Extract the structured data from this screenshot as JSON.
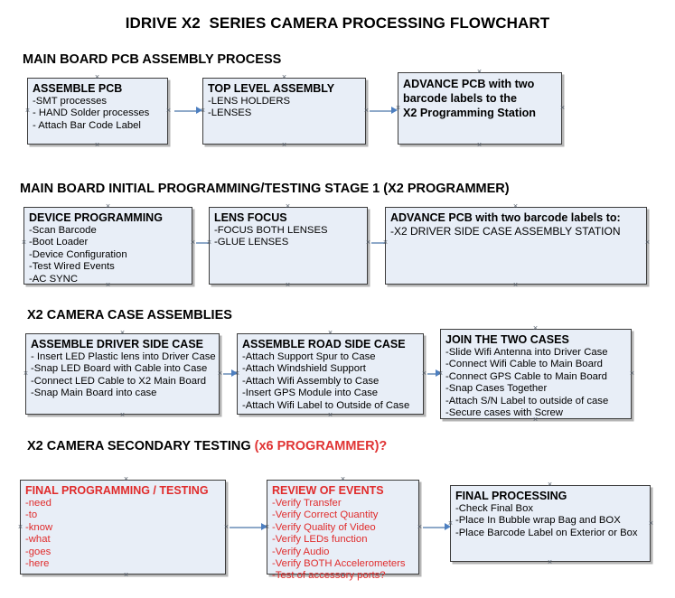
{
  "page": {
    "title": "IDRIVE X2  SERIES CAMERA PROCESSING FLOWCHART",
    "colors": {
      "box_fill": "#e8eef7",
      "box_border": "#3c3c3c",
      "connector": "#8ea9c9",
      "arrow": "#4d7fc0",
      "red_text": "#e02b2b",
      "black_text": "#000000",
      "background": "#ffffff"
    }
  },
  "sections": [
    {
      "id": "main-board-pcb-assembly-process",
      "heading": "MAIN BOARD PCB ASSEMBLY PROCESS",
      "heading_accent": "",
      "boxes": [
        {
          "id": "assemble-pcb",
          "title": "ASSEMBLE PCB",
          "lines": [
            "-SMT processes",
            "- HAND Solder processes",
            "- Attach Bar Code Label"
          ]
        },
        {
          "id": "top-level-assembly",
          "title": "TOP LEVEL ASSEMBLY",
          "lines": [
            "-LENS HOLDERS",
            "-LENSES"
          ]
        },
        {
          "id": "advance-pcb-to-x2-programming-station",
          "title": "",
          "bold_lines": [
            "ADVANCE PCB with two",
            "barcode labels to the",
            " X2 Programming Station"
          ],
          "lines": []
        }
      ]
    },
    {
      "id": "main-board-initial-programming-testing-stage-1",
      "heading": "MAIN BOARD INITIAL PROGRAMMING/TESTING STAGE 1 (X2 PROGRAMMER)",
      "heading_accent": "",
      "boxes": [
        {
          "id": "device-programming",
          "title": "DEVICE PROGRAMMING",
          "lines": [
            "-Scan Barcode",
            "-Boot Loader",
            "-Device Configuration",
            "-Test Wired Events",
            "-AC SYNC"
          ]
        },
        {
          "id": "lens-focus",
          "title": "LENS FOCUS",
          "lines": [
            "-FOCUS BOTH LENSES",
            "-GLUE LENSES"
          ]
        },
        {
          "id": "advance-pcb-to-driver-side-case-assembly-station",
          "title": "ADVANCE PCB with two barcode labels to:",
          "lines": [
            "-X2 DRIVER  SIDE  CASE  ASSEMBLY STATION"
          ]
        }
      ]
    },
    {
      "id": "x2-camera-case-assemblies",
      "heading": "X2 CAMERA CASE ASSEMBLIES",
      "heading_accent": "",
      "boxes": [
        {
          "id": "assemble-driver-side-case",
          "title": "ASSEMBLE DRIVER SIDE CASE",
          "lines": [
            "- Insert LED Plastic lens into Driver Case",
            "-Snap LED Board with Cable into Case",
            "-Connect LED Cable to X2 Main Board",
            "-Snap Main Board into case"
          ]
        },
        {
          "id": "assemble-road-side-case",
          "title": "ASSEMBLE ROAD SIDE CASE",
          "lines": [
            "-Attach Support Spur to Case",
            "-Attach Windshield Support",
            "-Attach Wifi Assembly to Case",
            "-Insert GPS Module into Case",
            "-Attach Wifi Label to Outside of Case"
          ]
        },
        {
          "id": "join-the-two-cases",
          "title": "JOIN THE TWO CASES",
          "lines": [
            "-Slide Wifi Antenna into Driver Case",
            "-Connect Wifi Cable to Main Board",
            "-Connect GPS Cable to Main Board",
            "-Snap Cases Together",
            "-Attach S/N Label to outside of case",
            "-Secure cases with Screw"
          ]
        }
      ]
    },
    {
      "id": "x2-camera-secondary-testing",
      "heading": "X2 CAMERA SECONDARY TESTING ",
      "heading_accent": "(x6 PROGRAMMER)?",
      "boxes": [
        {
          "id": "final-programming-testing",
          "title": "FINAL PROGRAMMING / TESTING",
          "lines": [
            "-need",
            "-to",
            "-know",
            "-what",
            "-goes",
            "-here"
          ]
        },
        {
          "id": "review-of-events",
          "title": "REVIEW OF EVENTS",
          "lines": [
            "-Verify Transfer",
            "-Verify Correct Quantity",
            "-Verify Quality of Video",
            "-Verify LEDs function",
            "-Verify Audio",
            "-Verify BOTH Accelerometers",
            "-Test of accessory ports?"
          ]
        },
        {
          "id": "final-processing",
          "title": "FINAL PROCESSING",
          "lines": [
            " -Check Final Box",
            "-Place In Bubble wrap Bag and BOX",
            "-Place Barcode Label on Exterior or Box"
          ]
        }
      ]
    }
  ]
}
